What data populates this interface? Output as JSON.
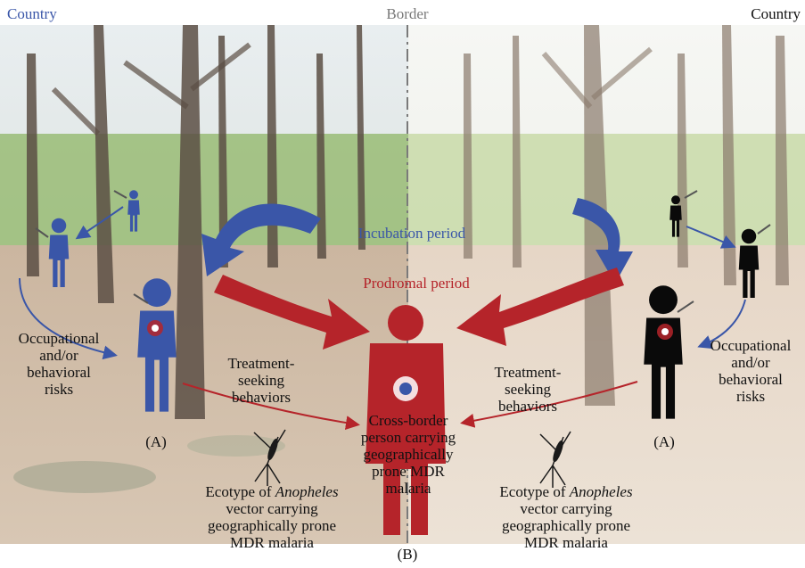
{
  "header": {
    "country_left": "Country",
    "border": "Border",
    "country_right": "Country"
  },
  "periods": {
    "incubation": "Incubation period",
    "prodromal": "Prodromal period"
  },
  "left": {
    "risks": "Occupational\nand/or\nbehavioral\nrisks",
    "treatment": "Treatment-\nseeking\nbehaviors",
    "marker": "(A)",
    "ecotype_pre": "Ecotype of ",
    "ecotype_genus": "Anopheles",
    "ecotype_post": "vector carrying\ngeographically prone\nMDR malaria"
  },
  "center": {
    "person": "Cross-border\nperson carrying\ngeographically\nprone MDR\nmalaria",
    "marker": "(B)"
  },
  "right": {
    "risks": "Occupational\nand/or\nbehavioral\nrisks",
    "treatment": "Treatment-\nseeking\nbehaviors",
    "marker": "(A)",
    "ecotype_pre": "Ecotype of ",
    "ecotype_genus": "Anopheles",
    "ecotype_post": "vector carrying\ngeographically prone\nMDR malaria"
  },
  "colors": {
    "blue": "#3a56a8",
    "red": "#b5242a",
    "black": "#0a0a0a",
    "text": "#111111"
  }
}
